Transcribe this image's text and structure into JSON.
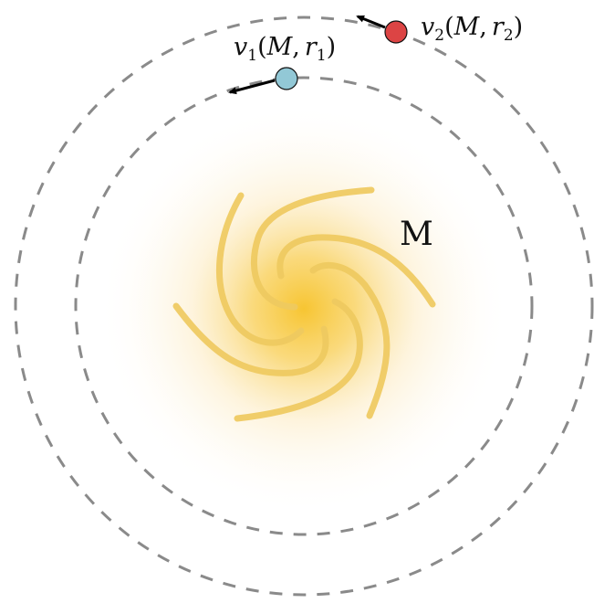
{
  "galaxy": {
    "label": "M",
    "glow_color": "#f7c532",
    "arm_color": "#efca60"
  },
  "orbits": {
    "color": "#8a8a8a",
    "inner": {
      "body_color": "#92c8d6"
    },
    "outer": {
      "body_color": "#dc4444"
    }
  },
  "labels": {
    "v1": {
      "func": "v",
      "index": "1",
      "open": "(",
      "arg1": "M",
      "comma": ",",
      "arg2": "r",
      "arg2_index": "1",
      "close": ")"
    },
    "v2": {
      "func": "v",
      "index": "2",
      "open": "(",
      "arg1": "M",
      "comma": ",",
      "arg2": "r",
      "arg2_index": "2",
      "close": ")"
    }
  }
}
